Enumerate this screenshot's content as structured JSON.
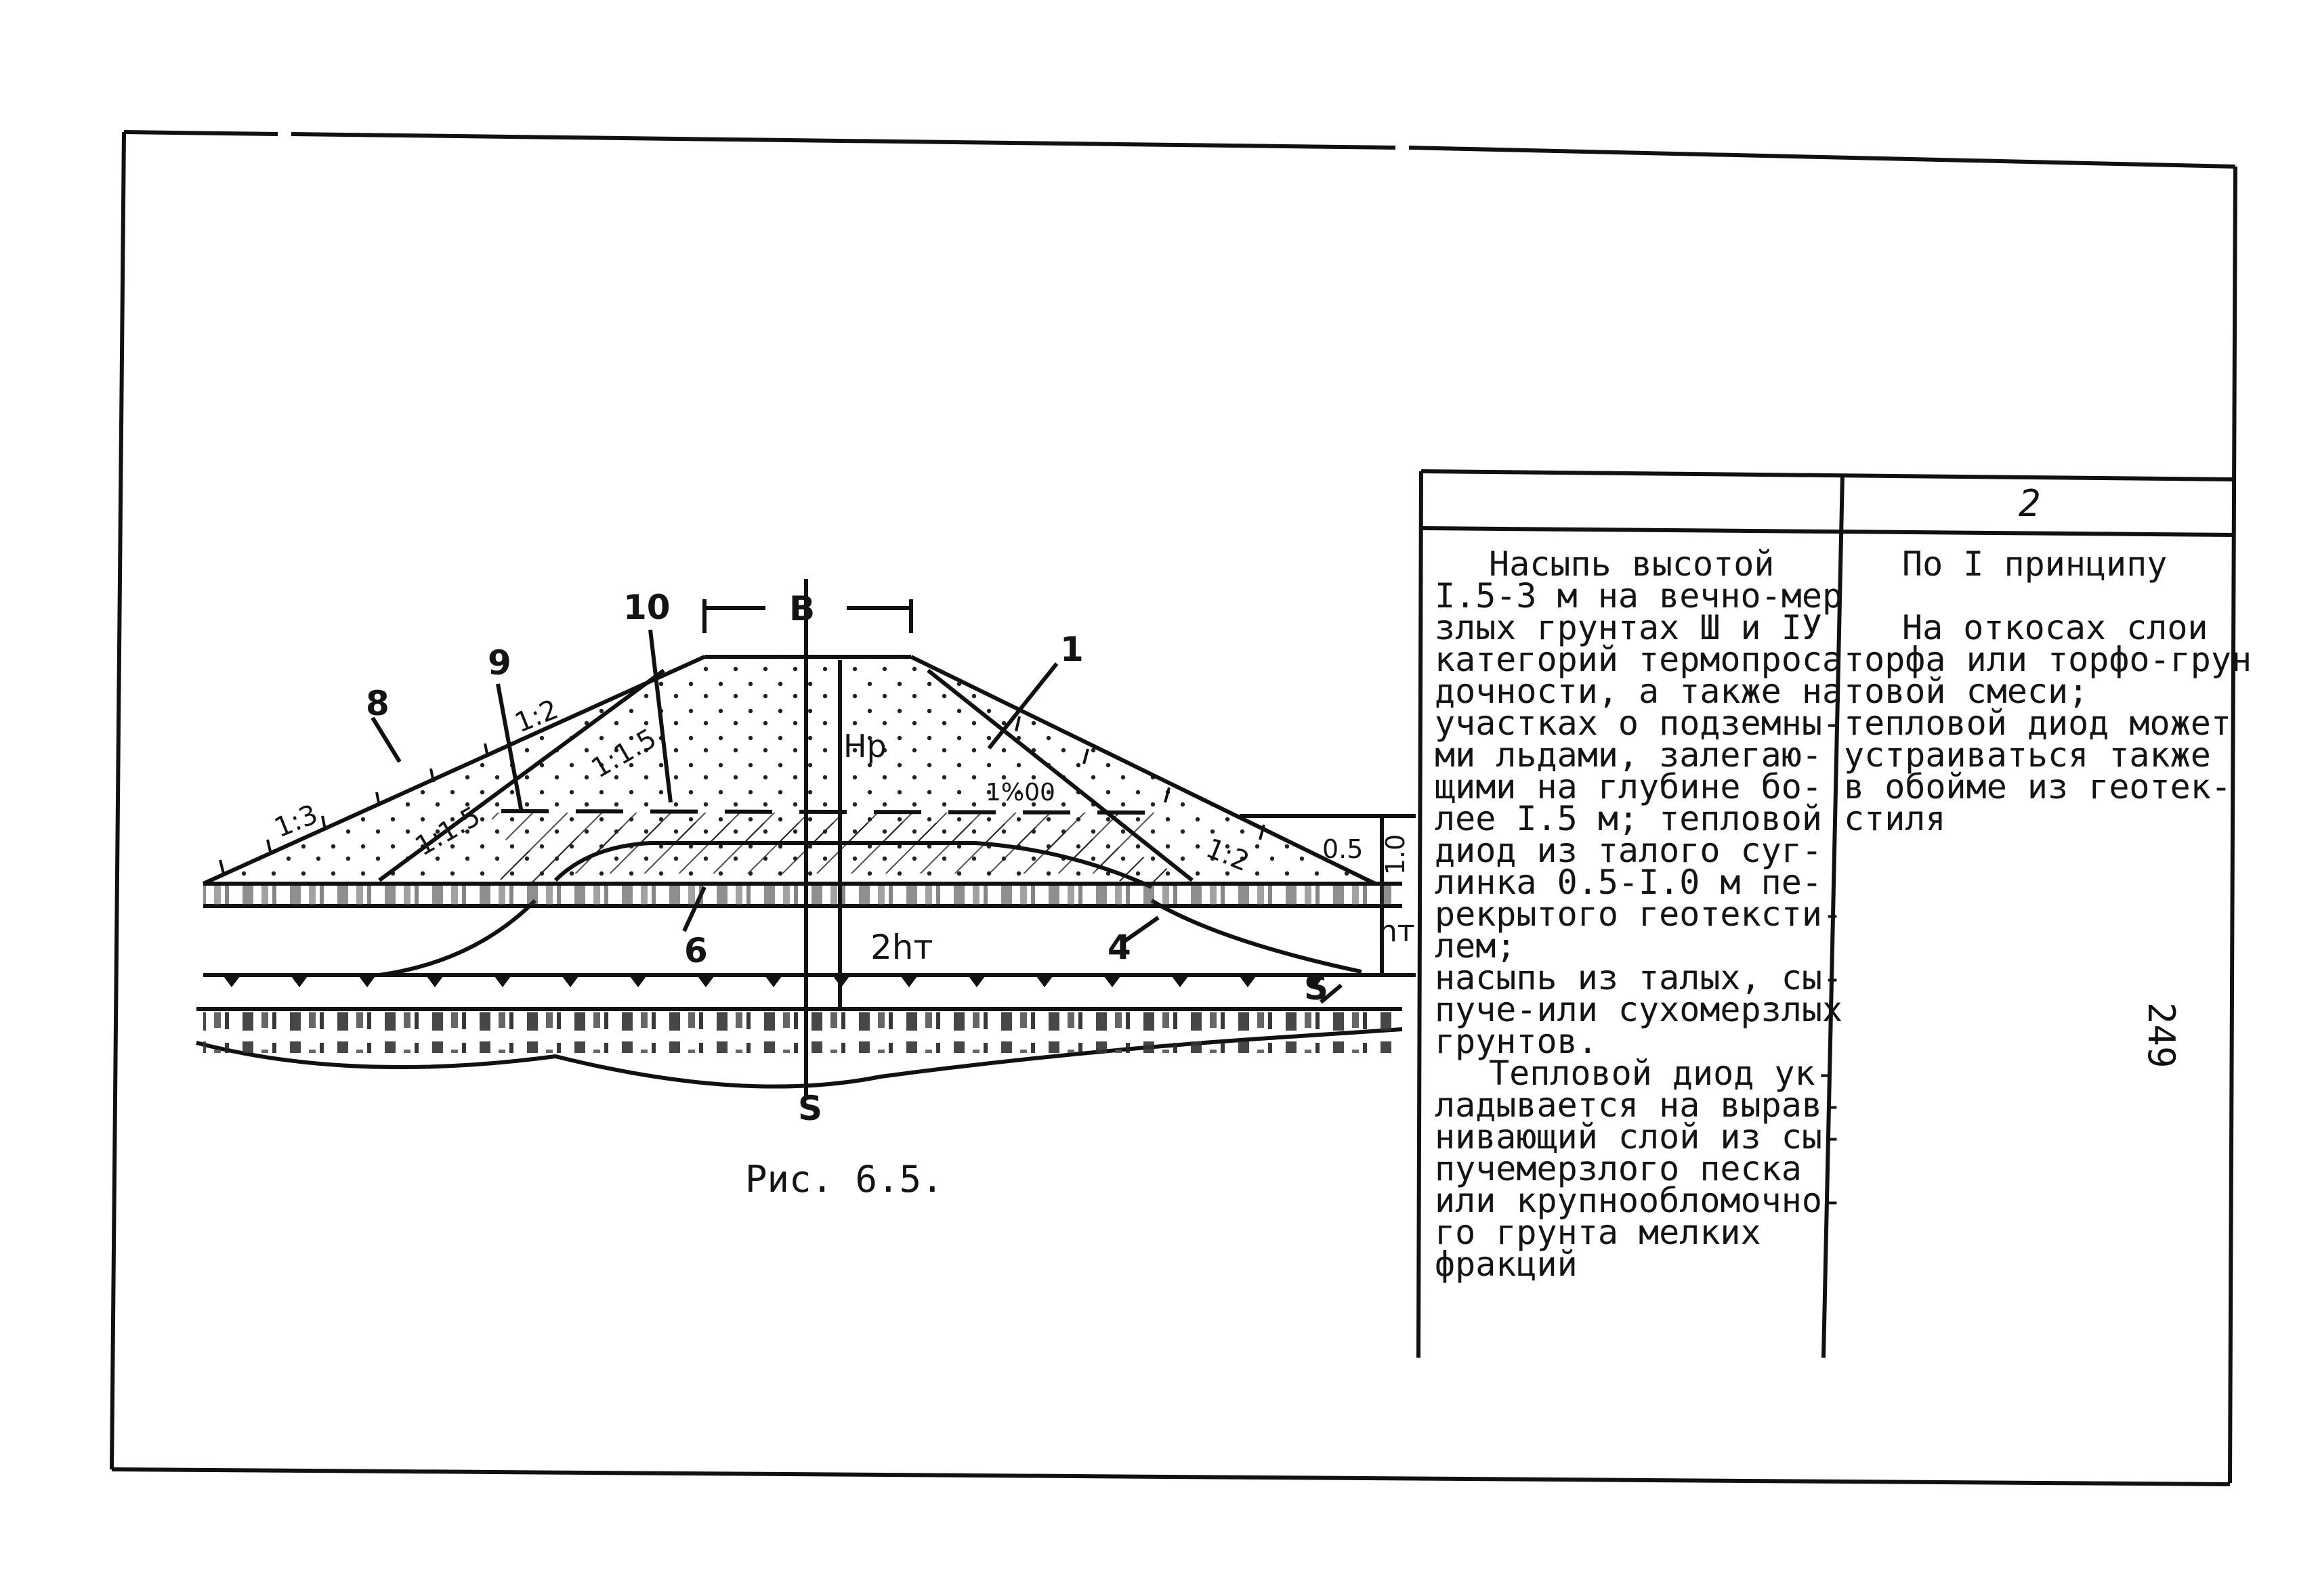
{
  "figure": {
    "caption": "Рис. 6.5.",
    "labels": {
      "l1": "1",
      "l4": "4",
      "l6": "6",
      "l8": "8",
      "l9": "9",
      "l10": "10",
      "lS_bottom": "S",
      "lS_right": "S"
    },
    "dimensions": {
      "width": "B",
      "height": "Hp",
      "thaw_depth_double": "2hт",
      "thaw_depth": "hт",
      "layer_1": "1.0",
      "layer_2": "0.5"
    },
    "slopes": {
      "s_1_3": "1:3",
      "s_1_2_left": "1:2",
      "s_1_1_5_upper": "1:1.5",
      "s_1_1_5_lower": "1:1.5",
      "s_1_2_right": "1:2",
      "gradient": "1%00"
    }
  },
  "table": {
    "col2_header": "2",
    "col1_lines": [
      "Насыпь высотой",
      "I.5-3 м на вечно-мер",
      "злых грунтах Ш и IУ",
      "категорий термопроса",
      "дочности, а также на",
      "участках о подземны-",
      "ми льдами, залегаю-",
      "щими на глубине бо-",
      "лее I.5 м; тепловой",
      "диод из талого суг-",
      "линка 0.5-I.0 м пе-",
      "рекрытого геотексти-",
      "лем;",
      "насыпь из талых, сы-",
      "пуче-или сухомерзлых",
      "грунтов.",
      "Тепловой диод ук-",
      "ладывается на вырав-",
      "нивающий слой из сы-",
      "пучемерзлого песка",
      "или крупнообломочно-",
      "го грунта мелких",
      "фракций"
    ],
    "col2_lines": [
      "По I принципу",
      "",
      "На откосах слои",
      "торфа или торфо-грун",
      "товой смеси;",
      "тепловой диод может",
      "устраиваться также",
      "в обойме из геотек-",
      "стиля"
    ]
  },
  "page_number": "249"
}
